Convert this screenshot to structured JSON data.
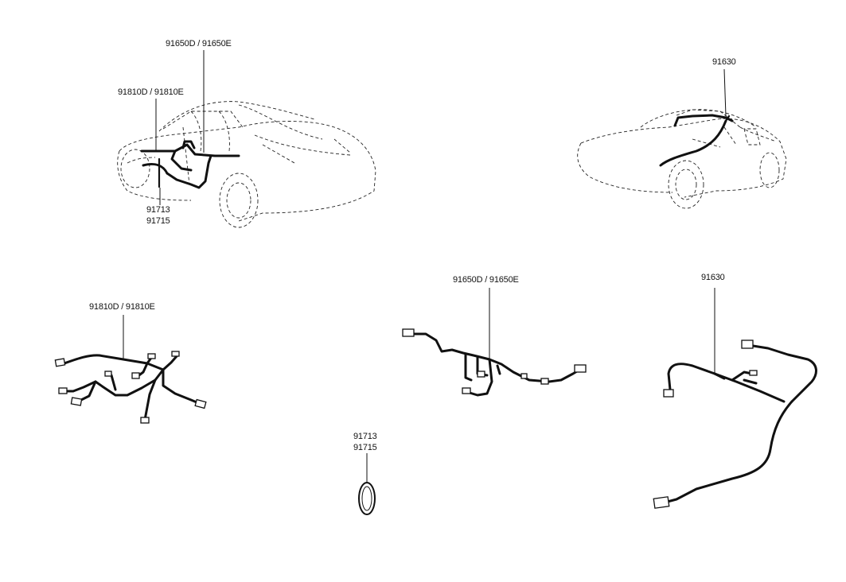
{
  "labels": {
    "car1_top": "91650D / 91650E",
    "car1_left": "91810D / 91810E",
    "car1_bottom1": "91713",
    "car1_bottom2": "91715",
    "car2_top": "91630",
    "part_a": "91810D / 91810E",
    "part_b": "91650D / 91650E",
    "part_c": "91630",
    "part_d1": "91713",
    "part_d2": "91715"
  }
}
